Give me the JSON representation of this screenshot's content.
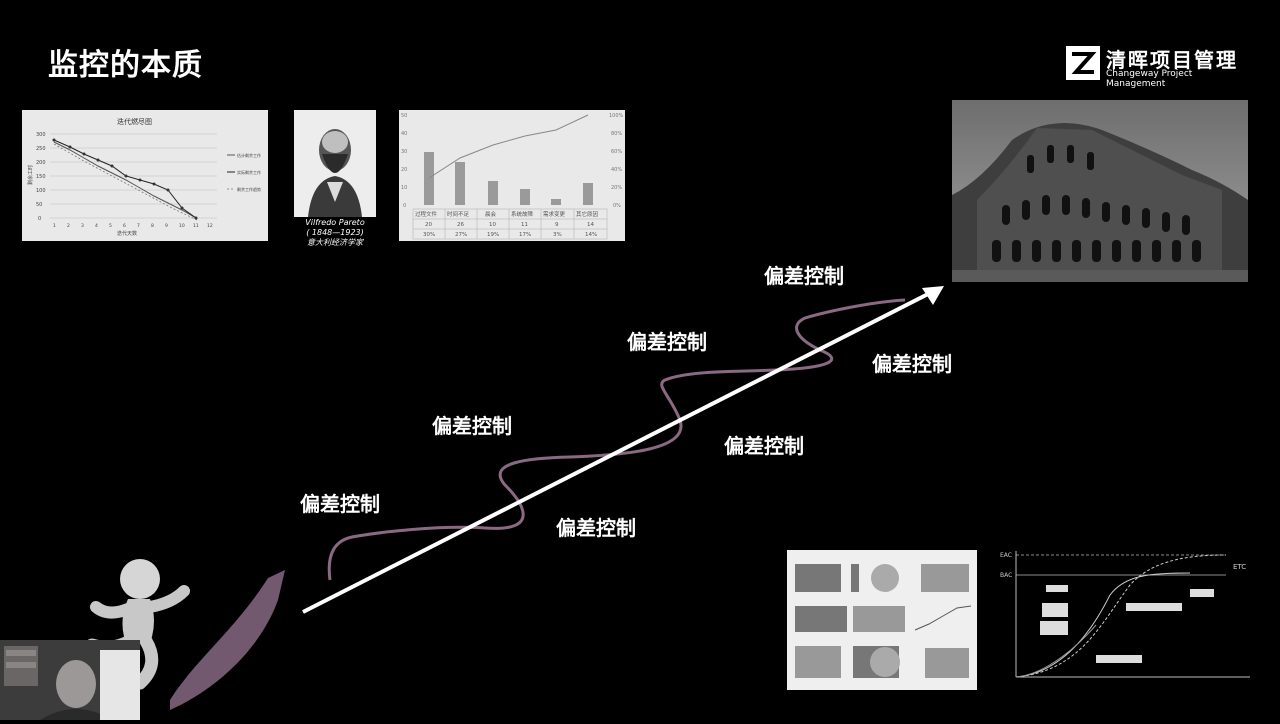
{
  "slide": {
    "title": "监控的本质",
    "logo": {
      "name_cn": "清晖项目管理",
      "name_en": "Changeway Project Management"
    }
  },
  "burndown_chart": {
    "title": "迭代燃尽图",
    "x_label": "迭代天数",
    "y_label": "剩余工时",
    "y_ticks": [
      "300",
      "250",
      "200",
      "150",
      "100",
      "50",
      "0"
    ],
    "x_ticks": [
      "1",
      "2",
      "3",
      "4",
      "5",
      "6",
      "7",
      "8",
      "9",
      "10",
      "11",
      "12"
    ],
    "legend": [
      "估计剩余工作",
      "实际剩余工作",
      "剩余工作趋势"
    ]
  },
  "pareto": {
    "caption_name": "Vilfredo Pareto",
    "caption_years": "( 1848—1923)",
    "caption_role": "意大利经济学家"
  },
  "pareto_chart": {
    "y_left_ticks": [
      "50",
      "40",
      "30",
      "20",
      "10",
      "0"
    ],
    "y_right_ticks": [
      "100%",
      "80%",
      "60%",
      "40%",
      "20%",
      "0%"
    ],
    "categories": [
      "过程文件",
      "时间不足",
      "晨会",
      "系统故障",
      "需求变更",
      "其它原因"
    ],
    "counts": [
      "20",
      "26",
      "10",
      "11",
      "9",
      "14"
    ],
    "pcts": [
      "30%",
      "27%",
      "19%",
      "17%",
      "3%",
      "14%"
    ]
  },
  "roadmap": {
    "labels": [
      "偏差控制",
      "偏差控制",
      "偏差控制",
      "偏差控制",
      "偏差控制",
      "偏差控制",
      "偏差控制"
    ]
  },
  "evm_chart": {
    "labels": [
      "EAC",
      "BAC",
      "ETC"
    ]
  },
  "colors": {
    "background": "#000000",
    "curve": "#8a6a82",
    "arrow": "#ffffff"
  }
}
